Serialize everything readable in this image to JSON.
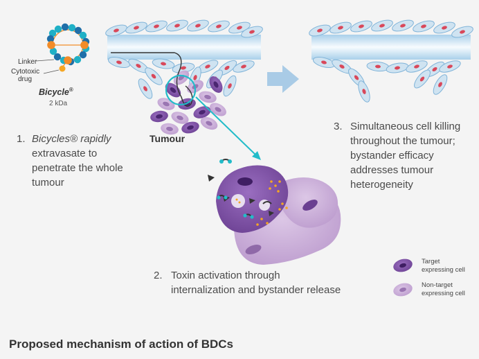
{
  "bicycle": {
    "linker_label": "Linker",
    "drug_label_1": "Cytotoxic",
    "drug_label_2": "drug",
    "name": "Bicycle",
    "reg": "®",
    "size": "2 kDa"
  },
  "tumour_label": "Tumour",
  "steps": [
    {
      "number": "1.",
      "lines": [
        "Bicycles® rapidly",
        "extravasate to",
        "penetrate the whole",
        "tumour"
      ]
    },
    {
      "number": "2.",
      "lines": [
        "Toxin activation through",
        "internalization and bystander release"
      ]
    },
    {
      "number": "3.",
      "lines": [
        "Simultaneous cell killing",
        "throughout the tumour;",
        "bystander efficacy",
        "addresses tumour",
        "heterogeneity"
      ]
    }
  ],
  "legend": {
    "target": [
      "Target",
      "expressing cell"
    ],
    "nontarget": [
      "Non-target",
      "expressing cell"
    ]
  },
  "colors": {
    "vessel": "#cfe6f3",
    "endothelial": "#7fb3d8",
    "nucleus": "#d9485a",
    "target_cell": "#7b4fa0",
    "nontarget_cell": "#c8a9d6",
    "arrow_cyan": "#22bcc9",
    "big_arrow": "#a9cbe6",
    "linker_orange": "#f28c28"
  },
  "caption": "Proposed mechanism of action of BDCs"
}
